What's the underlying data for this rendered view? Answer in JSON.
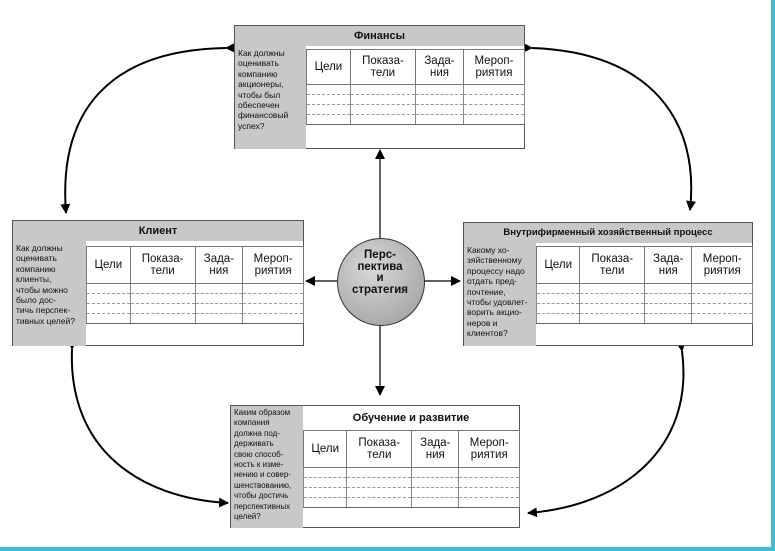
{
  "center": {
    "label": "Перс-\nпектива\nи\nстратегия"
  },
  "column_headers": [
    "Цели",
    "Показа-\nтели",
    "Зада-\nния",
    "Мероп-\nриятия"
  ],
  "boxes": {
    "finance": {
      "title": "Финансы",
      "question": "Как должны\nоценивать\nкомпанию\nакционеры,\nчтобы был\nобеспечен\nфинансовый\nуспех?"
    },
    "client": {
      "title": "Клиент",
      "question": "Как должны\nоценивать\nкомпанию\nклиенты,\nчтобы можно\nбыло дос-\nтичь перспек-\nтивных целей?"
    },
    "internal": {
      "title": "Внутрифирменный хозяйственный процесс",
      "question": "Какому хо-\nзяйственному\nпроцессу надо\nотдать пред-\nпочтение,\nчтобы удовлет-\nворить акцио-\nнеров и\nклиентов?"
    },
    "learning": {
      "title": "Обучение и развитие",
      "question": "Каким образом\nкомпания\nдолжна под-\nдерживать\nсвою способ-\nность к изме-\nнению и совер-\nшенствованию,\nчтобы достичь\nперспективных\nцелей?"
    }
  }
}
